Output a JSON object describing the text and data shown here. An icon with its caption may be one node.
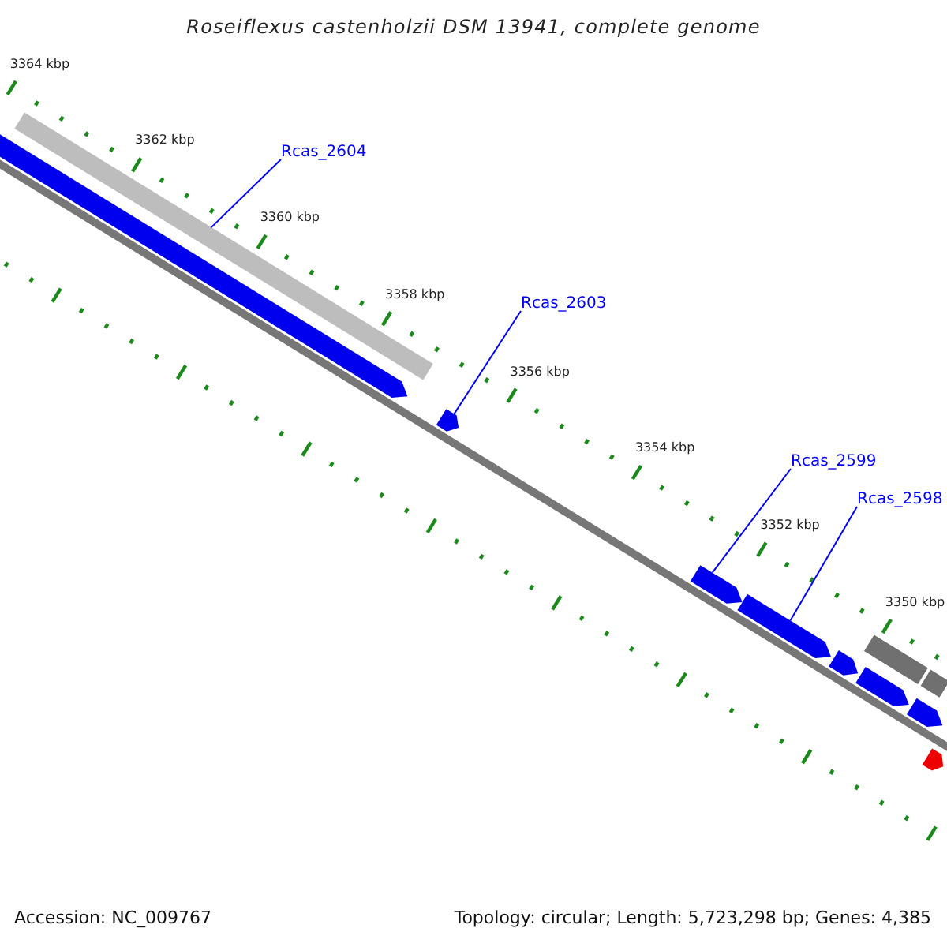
{
  "diagram": {
    "title": "Roseiflexus castenholzii DSM 13941, complete genome",
    "nodes": [
      {
        "text": [
          "Rcas_2604"
        ]
      },
      {
        "text": [],
        "shape": "bar"
      },
      {
        "text": [],
        "shape": "pentagon"
      },
      {
        "text": [
          "Rcas_2603"
        ]
      },
      {
        "text": [],
        "shape": "pentagon"
      },
      {
        "text": [
          "Rcas_2599"
        ]
      },
      {
        "text": [],
        "shape": "pentagon"
      },
      {
        "text": [
          "Rcas_2598"
        ]
      },
      {
        "text": [],
        "shape": "pentagon"
      },
      {
        "text": [],
        "shape": "pentagon"
      },
      {
        "text": [],
        "shape": "bar"
      },
      {
        "text": [],
        "shape": "pentagon"
      },
      {
        "text": [],
        "shape": "bar"
      },
      {
        "text": [],
        "shape": "pentagon"
      },
      {
        "text": [],
        "shape": "pentagon"
      }
    ],
    "edges": [
      {
        "from": 0,
        "to": 1,
        "arrow": "none"
      },
      {
        "from": 3,
        "to": 4,
        "arrow": "none"
      },
      {
        "from": 5,
        "to": 6,
        "arrow": "none"
      },
      {
        "from": 7,
        "to": 8,
        "arrow": "none"
      }
    ],
    "labels": [
      "3364 kbp",
      "3362 kbp",
      "3360 kbp",
      "3358 kbp",
      "3356 kbp",
      "3354 kbp",
      "3352 kbp",
      "3350 kbp",
      "Accession: NC_009767",
      "Topology: circular; Length: 5,723,298 bp; Genes: 4,385"
    ]
  }
}
